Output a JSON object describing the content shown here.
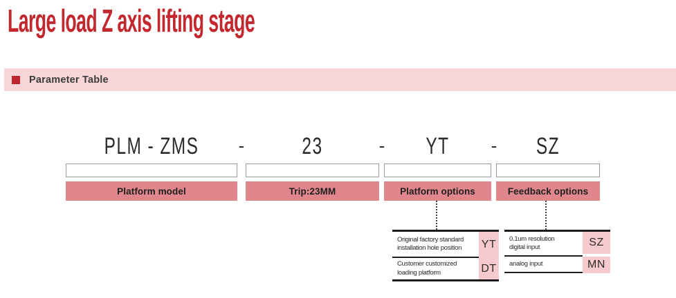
{
  "page_title": "Large load Z axis lifting stage",
  "section_header": {
    "label": "Parameter Table"
  },
  "model_code": {
    "separator": "-",
    "segments": [
      {
        "code": "PLM - ZMS",
        "label": "Platform model"
      },
      {
        "code": "23",
        "label": "Trip:23MM"
      },
      {
        "code": "YT",
        "label": "Platform options"
      },
      {
        "code": "SZ",
        "label": "Feedback options"
      }
    ]
  },
  "option_tables": {
    "platform_options": {
      "rows": [
        {
          "description": "Original factory standard\ninstallation hole position",
          "code": "YT"
        },
        {
          "description": "Customer customized\nloading platform",
          "code": "DT"
        }
      ]
    },
    "feedback_options": {
      "rows": [
        {
          "description": "0.1um resolution\ndigital input",
          "code": "SZ"
        },
        {
          "description": "analog input",
          "code": "MN"
        }
      ]
    }
  },
  "colors": {
    "accent_red": "#c3282f",
    "band_pink": "#f8d6d8",
    "bar_pink": "#e0878d",
    "cell_pink": "#f7cbce"
  }
}
